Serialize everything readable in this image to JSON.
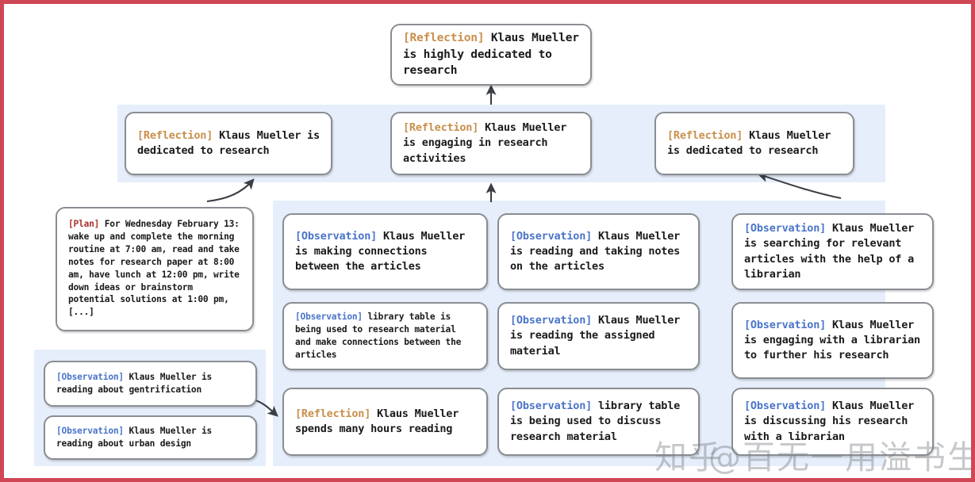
{
  "diagram": {
    "title": "Generative agent memory reflection tree",
    "border_color": "#cf4655",
    "panel_color": "#e5eefa",
    "tag_colors": {
      "reflection": "#c98f4b",
      "observation": "#4a74c9",
      "plan": "#a8332f"
    }
  },
  "root": {
    "tag": "[Reflection]",
    "text": " Klaus Mueller is highly dedicated to research"
  },
  "reflections": [
    {
      "tag": "[Reflection]",
      "text": " Klaus Mueller is dedicated to research"
    },
    {
      "tag": "[Reflection]",
      "text": " Klaus Mueller is engaging in research activities"
    },
    {
      "tag": "[Reflection]",
      "text": " Klaus Mueller is dedicated to research"
    }
  ],
  "plan_node": {
    "tag": "[Plan]",
    "text": " For Wednesday February 13: wake up and complete the morning routine at 7:00 am, read and take notes for research paper at 8:00 am, have lunch at 12:00 pm, write down ideas or brainstorm potential solutions at 1:00 pm, [...]"
  },
  "left_observations": [
    {
      "tag": "[Observation]",
      "text": " Klaus Mueller is reading about gentrification"
    },
    {
      "tag": "[Observation]",
      "text": " Klaus Mueller is reading about urban design"
    }
  ],
  "column_middle_left": [
    {
      "tag": "[Observation]",
      "text": " Klaus Mueller is making connections between the articles"
    },
    {
      "tag": "[Observation]",
      "text": " library table is being used to research material and make connections between the articles"
    },
    {
      "tag": "[Reflection]",
      "text": " Klaus Mueller spends many hours reading"
    }
  ],
  "column_middle": [
    {
      "tag": "[Observation]",
      "text": " Klaus Mueller is reading and taking notes on the articles"
    },
    {
      "tag": "[Observation]",
      "text": " Klaus Mueller is reading the assigned material"
    },
    {
      "tag": "[Observation]",
      "text": " library table is being used to discuss research material"
    }
  ],
  "column_right": [
    {
      "tag": "[Observation]",
      "text": " Klaus Mueller is searching for relevant articles with the help of a librarian"
    },
    {
      "tag": "[Observation]",
      "text": " Klaus Mueller is engaging with a librarian to further his research"
    },
    {
      "tag": "[Observation]",
      "text": " Klaus Mueller is discussing his research with a librarian"
    }
  ],
  "watermark": {
    "site": "知乎",
    "handle": "@百无一用溢书生"
  }
}
